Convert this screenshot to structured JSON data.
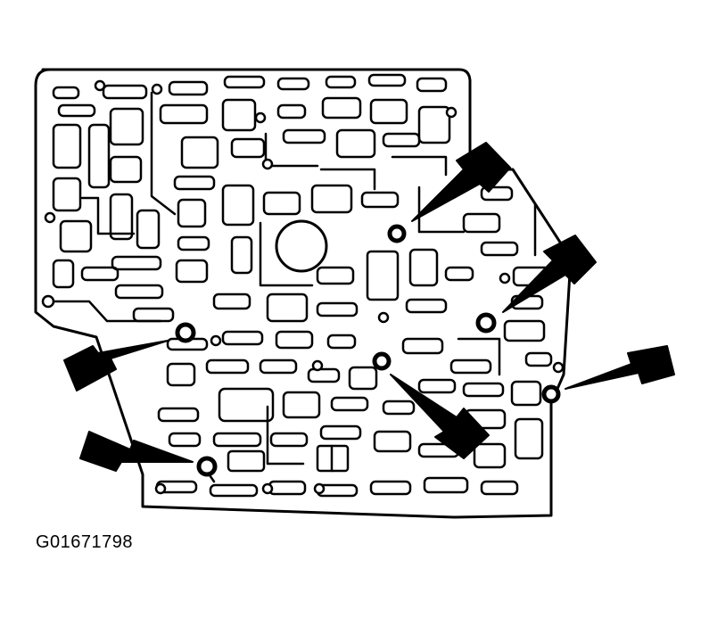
{
  "figure": {
    "caption_id": "G01671798",
    "colors": {
      "ink": "#000000",
      "paper": "#ffffff"
    },
    "callout_count": 6,
    "subject_icon": "valve-body-separator-plate"
  }
}
